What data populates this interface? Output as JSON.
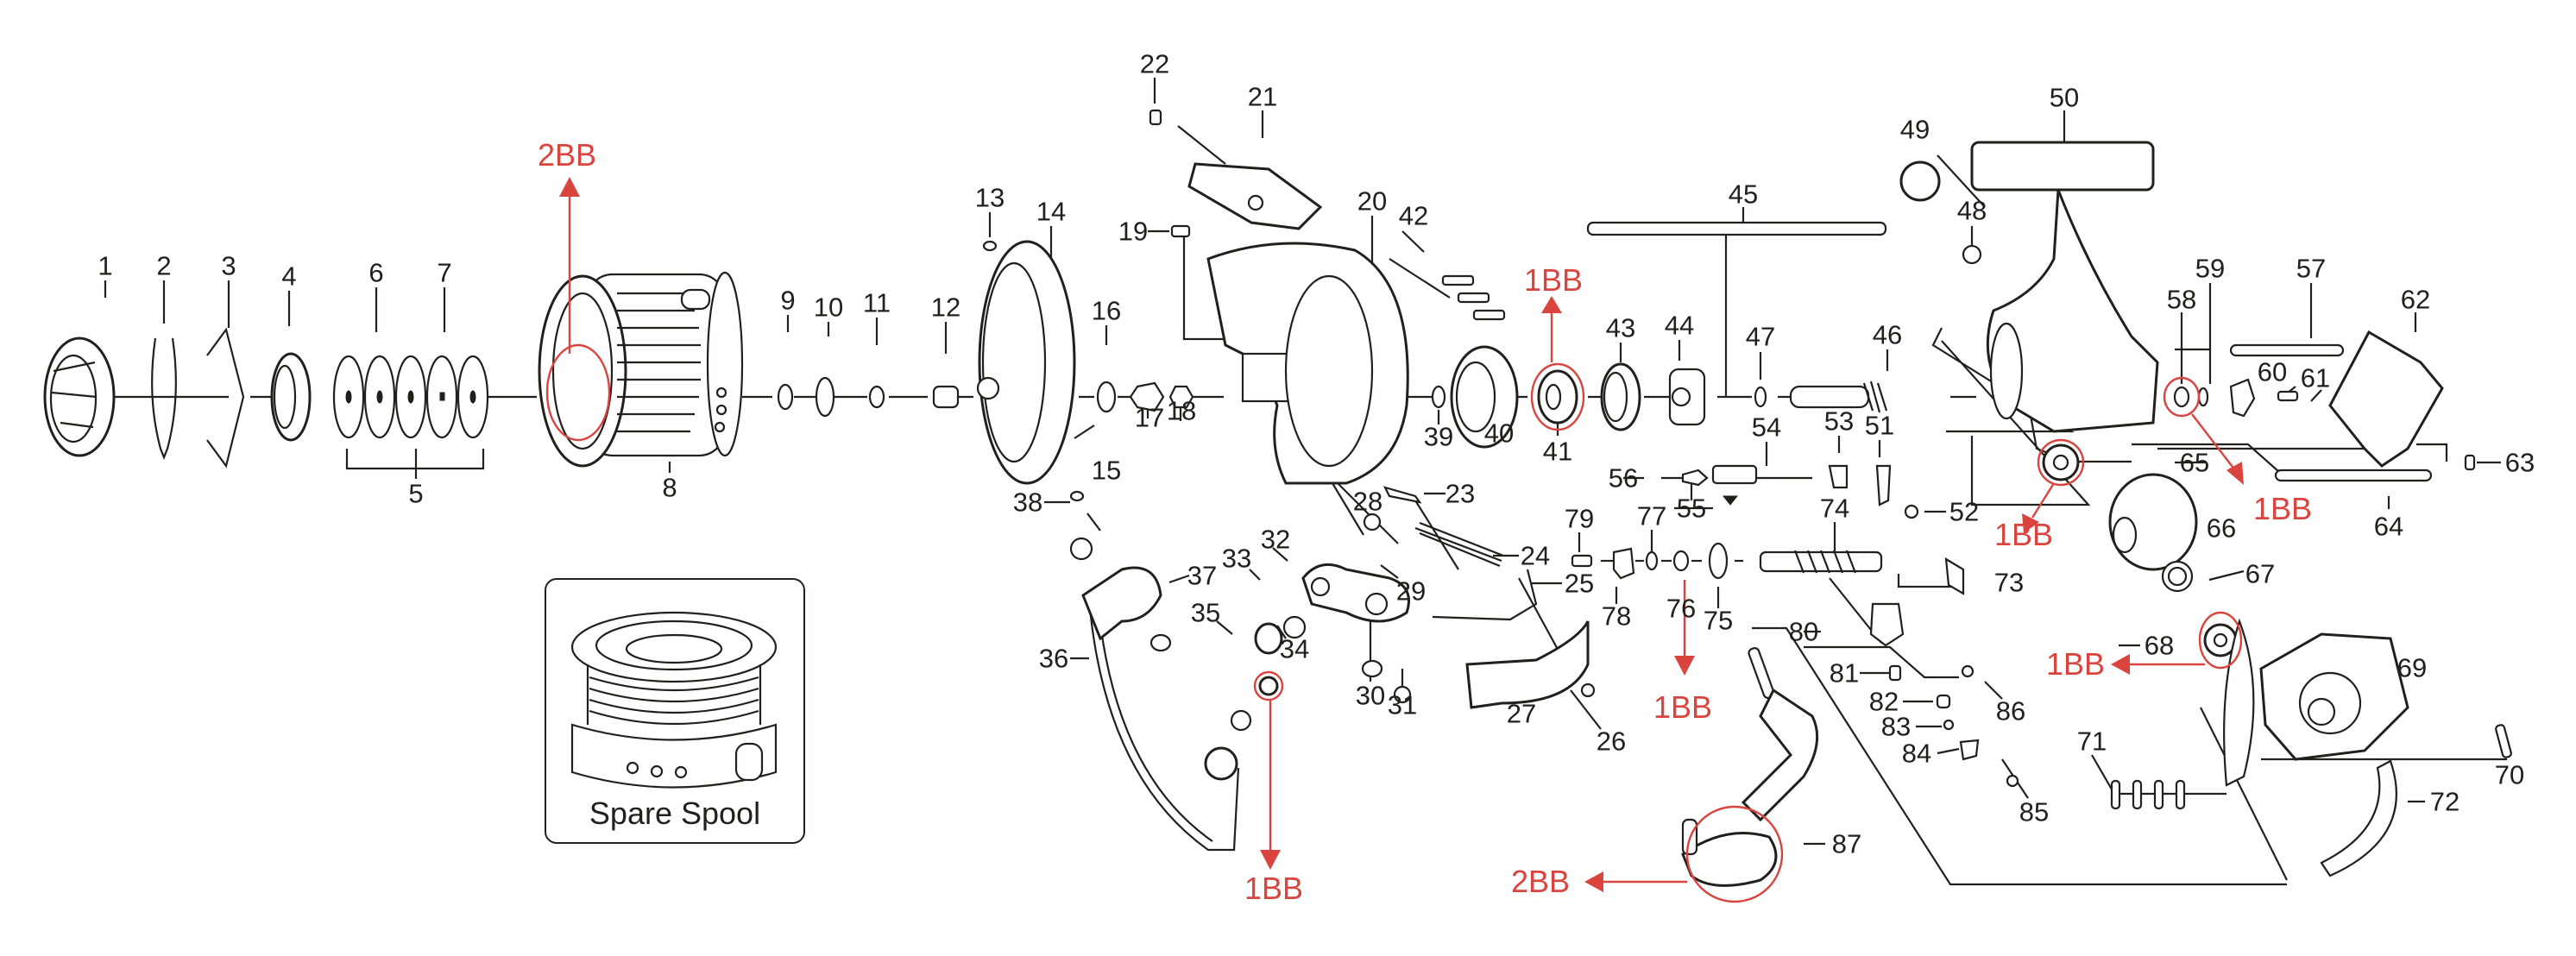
{
  "diagram": {
    "title": "Spinning reel exploded parts diagram",
    "colors": {
      "line_art": "#231f1a",
      "ball_bearing_callout": "#d9443f",
      "background": "#ffffff"
    },
    "part_numbers": [
      "1",
      "2",
      "3",
      "4",
      "5",
      "6",
      "7",
      "8",
      "9",
      "10",
      "11",
      "12",
      "13",
      "14",
      "15",
      "16",
      "17",
      "18",
      "19",
      "20",
      "21",
      "22",
      "23",
      "24",
      "25",
      "26",
      "27",
      "28",
      "29",
      "30",
      "31",
      "32",
      "33",
      "34",
      "35",
      "36",
      "37",
      "38",
      "39",
      "40",
      "41",
      "42",
      "43",
      "44",
      "45",
      "46",
      "47",
      "48",
      "49",
      "50",
      "51",
      "52",
      "53",
      "54",
      "55",
      "56",
      "57",
      "58",
      "59",
      "60",
      "61",
      "62",
      "63",
      "64",
      "65",
      "66",
      "67",
      "68",
      "69",
      "70",
      "71",
      "72",
      "73",
      "74",
      "75",
      "76",
      "77",
      "78",
      "79",
      "80",
      "81",
      "82",
      "83",
      "84",
      "85",
      "86",
      "87"
    ],
    "bearing_callouts": [
      {
        "label": "2BB",
        "part": "8"
      },
      {
        "label": "1BB",
        "part": "41"
      },
      {
        "label": "1BB",
        "part": "34"
      },
      {
        "label": "1BB",
        "part": "76"
      },
      {
        "label": "2BB",
        "part": "87"
      },
      {
        "label": "1BB",
        "part": "65"
      },
      {
        "label": "1BB",
        "part": "58"
      },
      {
        "label": "1BB",
        "part": "68"
      }
    ],
    "spare_spool": {
      "label": "Spare Spool"
    }
  }
}
